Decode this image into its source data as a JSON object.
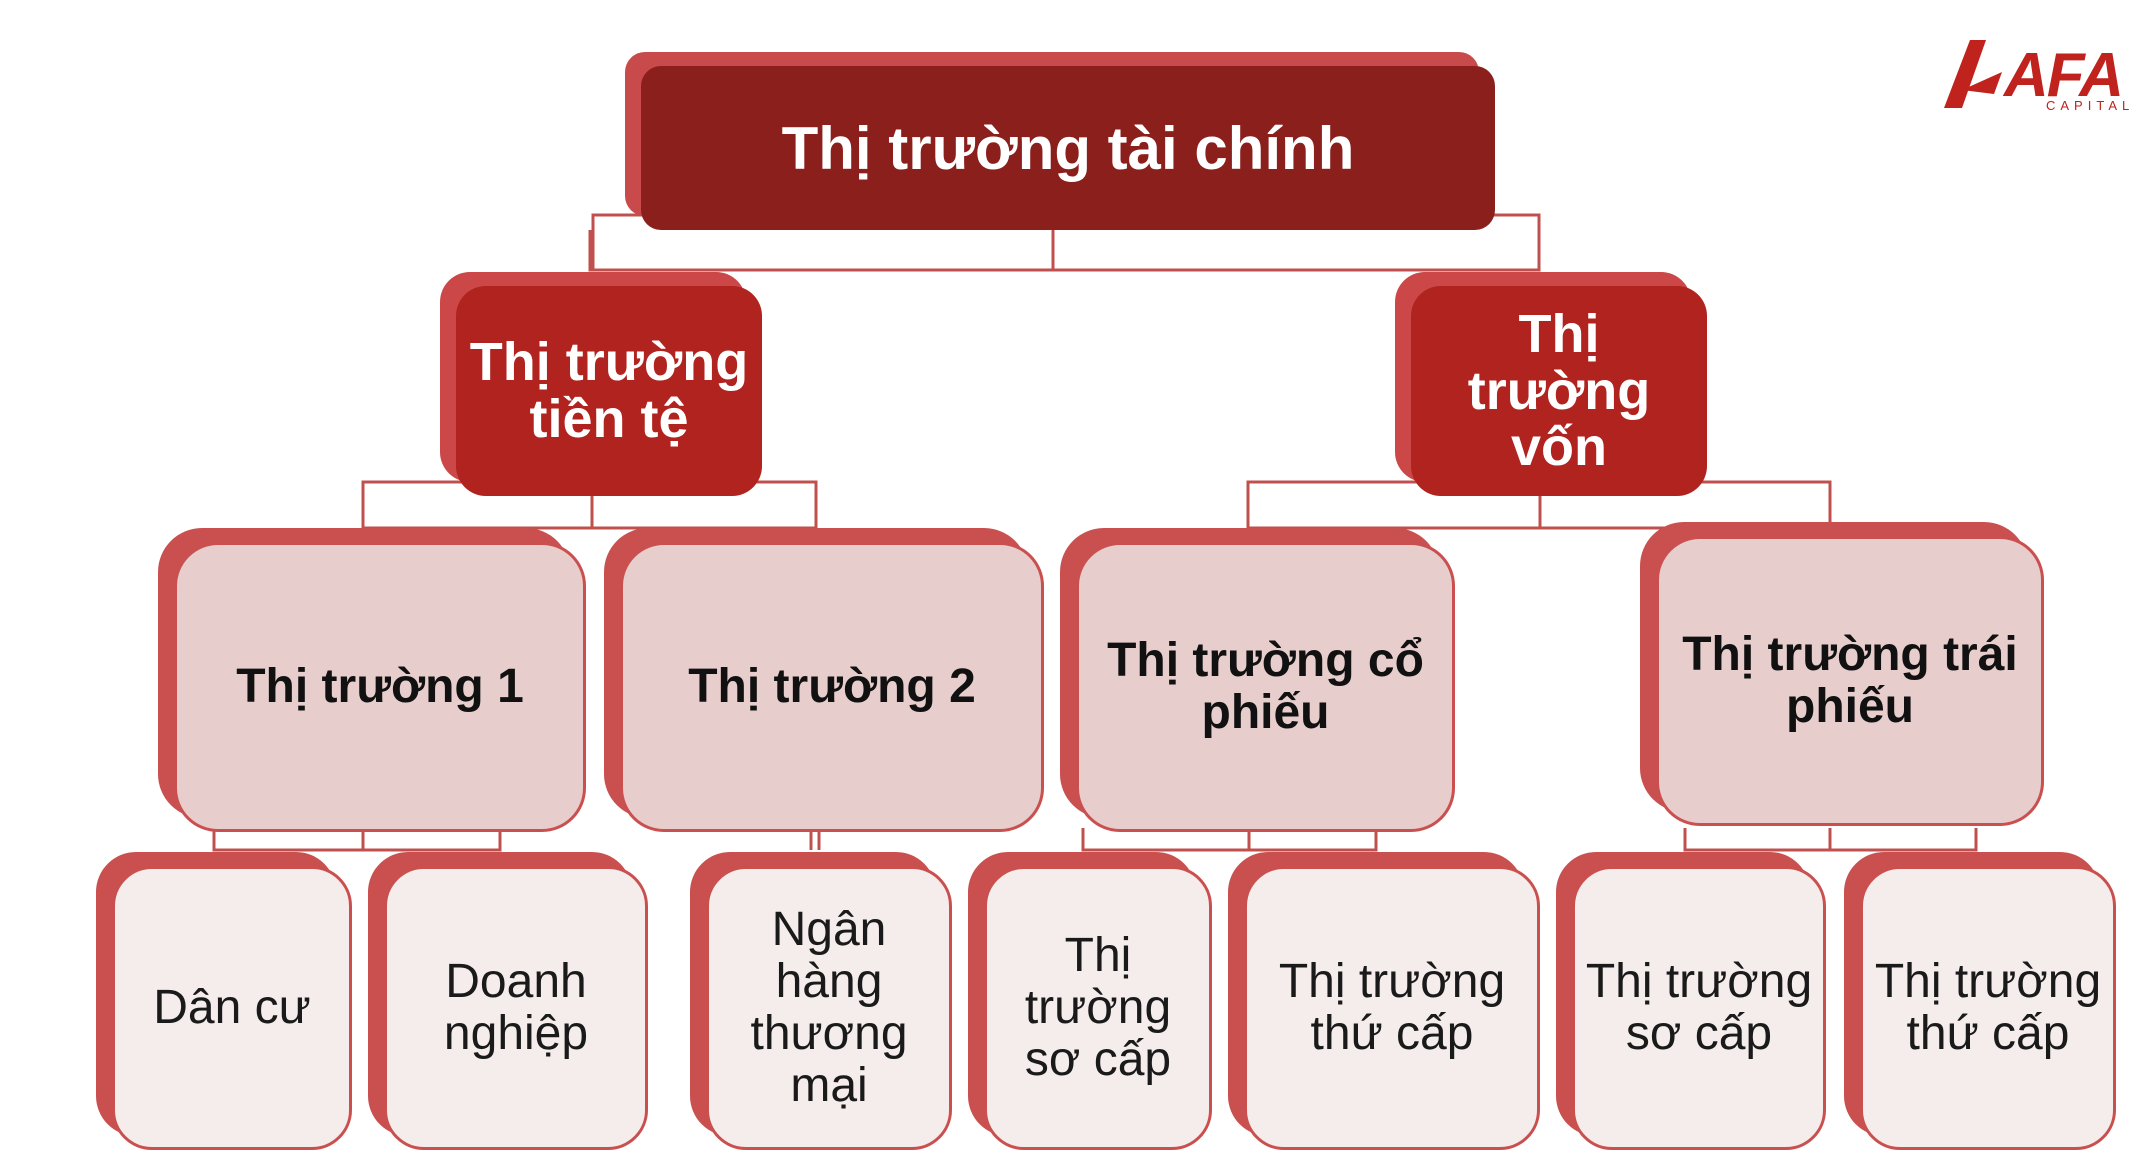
{
  "logo": {
    "text": "AFA",
    "subtext": "CAPITAL"
  },
  "colors": {
    "root": "#8b1f1c",
    "level1": "#b0231f",
    "level2_fill": "#e8cdcd",
    "level3_fill": "#f5ecec",
    "accent": "#c9504f",
    "connector": "#c0504d"
  },
  "root": {
    "label": "Thị trường tài chính"
  },
  "level1": [
    {
      "label": "Thị trường tiền tệ"
    },
    {
      "label": "Thị trường vốn"
    }
  ],
  "level2": [
    {
      "label": "Thị trường 1"
    },
    {
      "label": "Thị trường 2"
    },
    {
      "label": "Thị trường cổ phiếu"
    },
    {
      "label": "Thị trường trái phiếu"
    }
  ],
  "level3": [
    {
      "label": "Dân cư"
    },
    {
      "label": "Doanh nghiệp"
    },
    {
      "label": "Ngân hàng thương mại"
    },
    {
      "label": "Thị trường sơ cấp"
    },
    {
      "label": "Thị trường thứ cấp"
    },
    {
      "label": "Thị trường sơ cấp"
    },
    {
      "label": "Thị trường thứ cấp"
    }
  ]
}
